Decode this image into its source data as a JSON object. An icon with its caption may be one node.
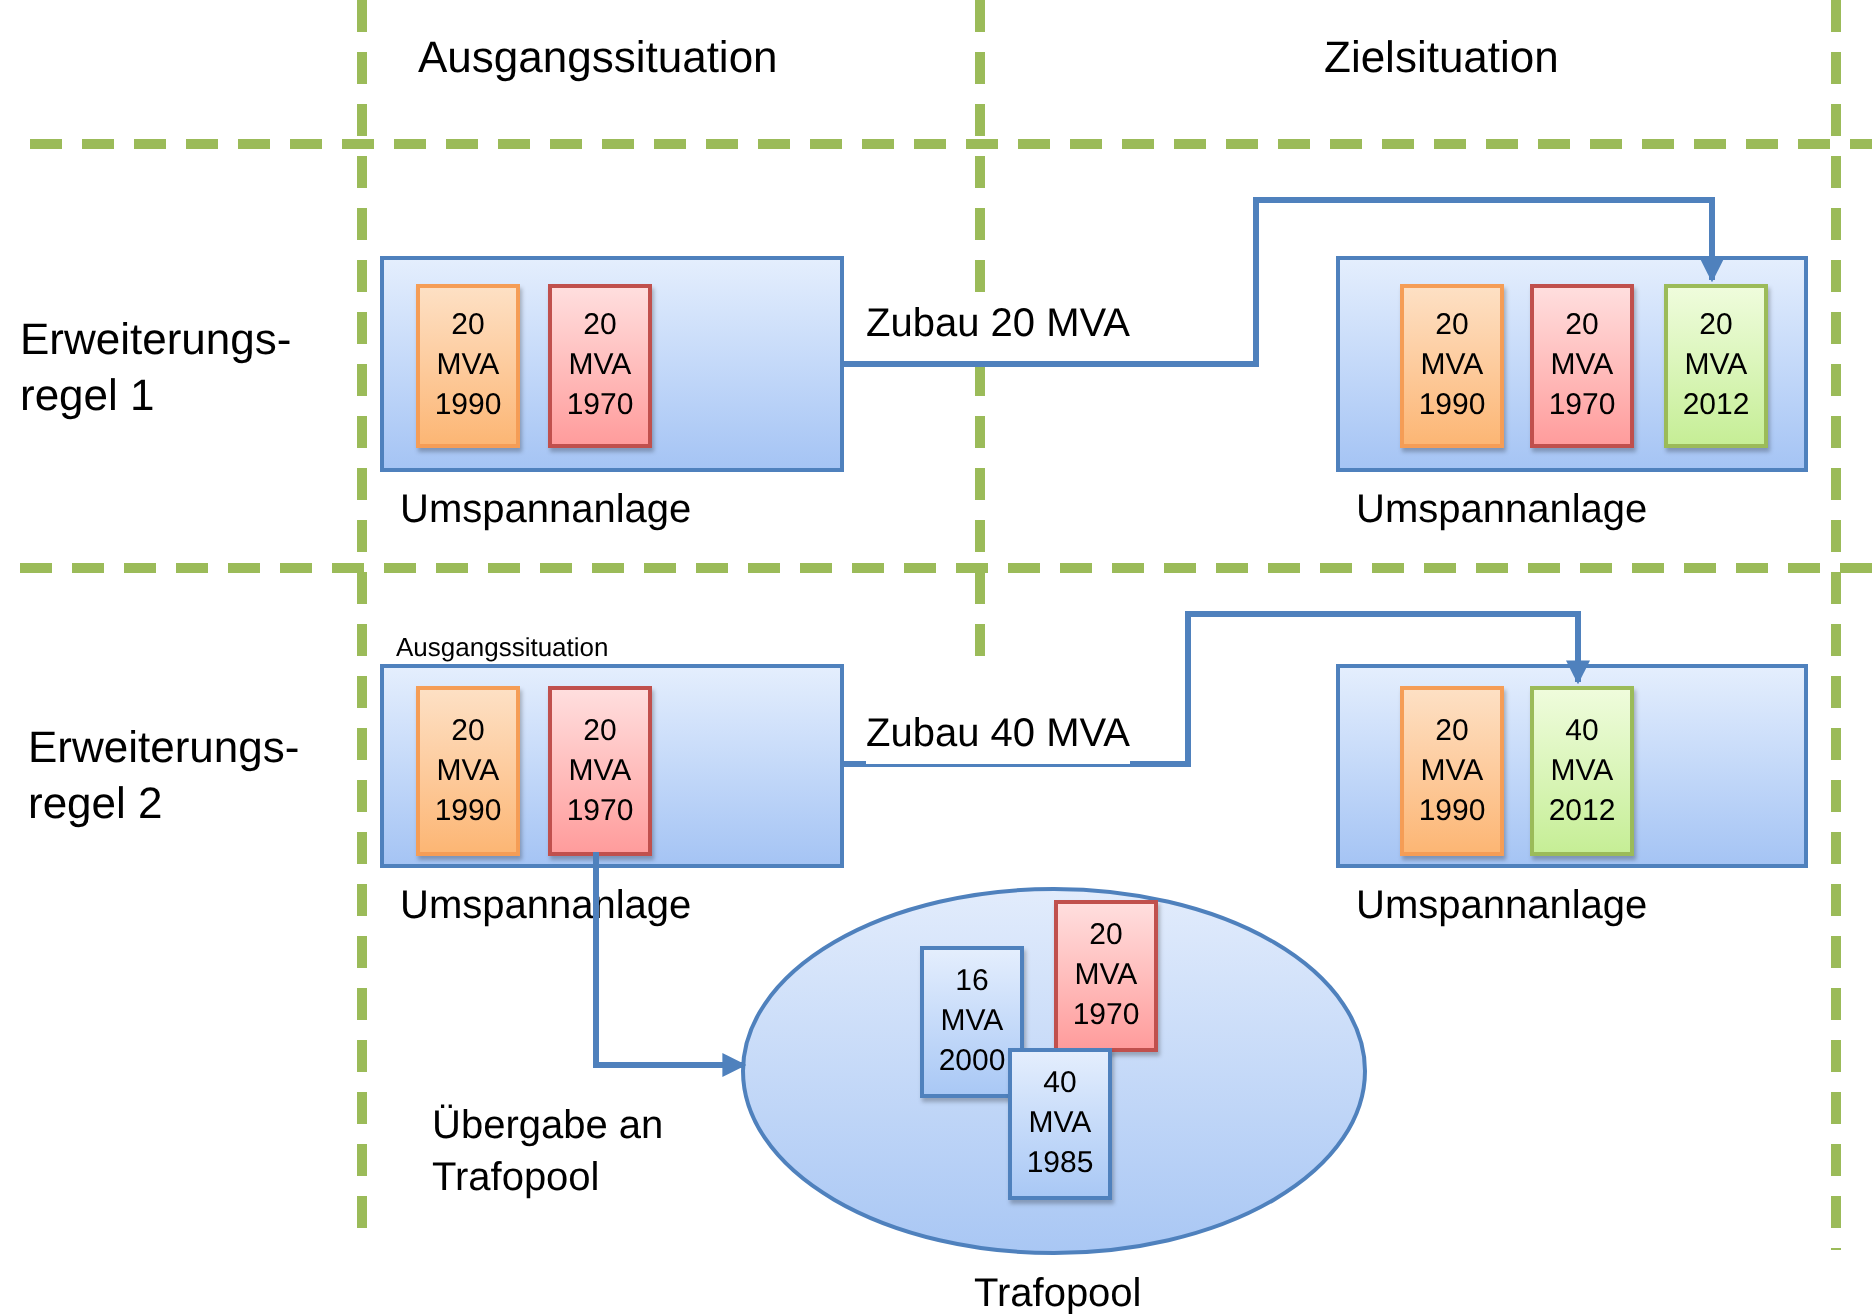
{
  "diagram": {
    "nodes": [
      {
        "text": [
          "Umspannanlage"
        ]
      },
      {
        "text": [
          "20 MVA 1990"
        ],
        "in": 0
      },
      {
        "text": [
          "20 MVA 1970"
        ],
        "in": 0
      },
      {
        "text": [
          "Umspannanlage"
        ]
      },
      {
        "text": [
          "20 MVA 1990"
        ],
        "in": 3
      },
      {
        "text": [
          "20 MVA 1970"
        ],
        "in": 3
      },
      {
        "text": [
          "20 MVA 2012"
        ],
        "in": 3
      },
      {
        "text": [
          "Ausgangssituation",
          "Umspannanlage"
        ]
      },
      {
        "text": [
          "20 MVA 1990"
        ],
        "in": 7
      },
      {
        "text": [
          "20 MVA 1970"
        ],
        "in": 7
      },
      {
        "text": [
          "Umspannanlage"
        ]
      },
      {
        "text": [
          "20 MVA 1990"
        ],
        "in": 10
      },
      {
        "text": [
          "40 MVA 2012"
        ],
        "in": 10
      },
      {
        "text": [
          "Trafopool"
        ]
      },
      {
        "text": [
          "16 MVA 2000"
        ],
        "in": 13
      },
      {
        "text": [
          "20 MVA 1970"
        ],
        "in": 13
      },
      {
        "text": [
          "40 MVA 1985"
        ],
        "in": 13
      }
    ],
    "edges": [
      {
        "from": 0,
        "to": 6,
        "arrow": "to",
        "label": "Zubau 20 MVA"
      },
      {
        "from": 7,
        "to": 12,
        "arrow": "to",
        "label": "Zubau 40 MVA"
      },
      {
        "from": 9,
        "to": 13,
        "arrow": "to",
        "label": "Übergabe an Trafopool"
      }
    ],
    "labels": [
      "Ausgangssituation",
      "Zielsituation",
      "Erweiterungs- regel 1",
      "Erweiterungs- regel 2"
    ]
  }
}
